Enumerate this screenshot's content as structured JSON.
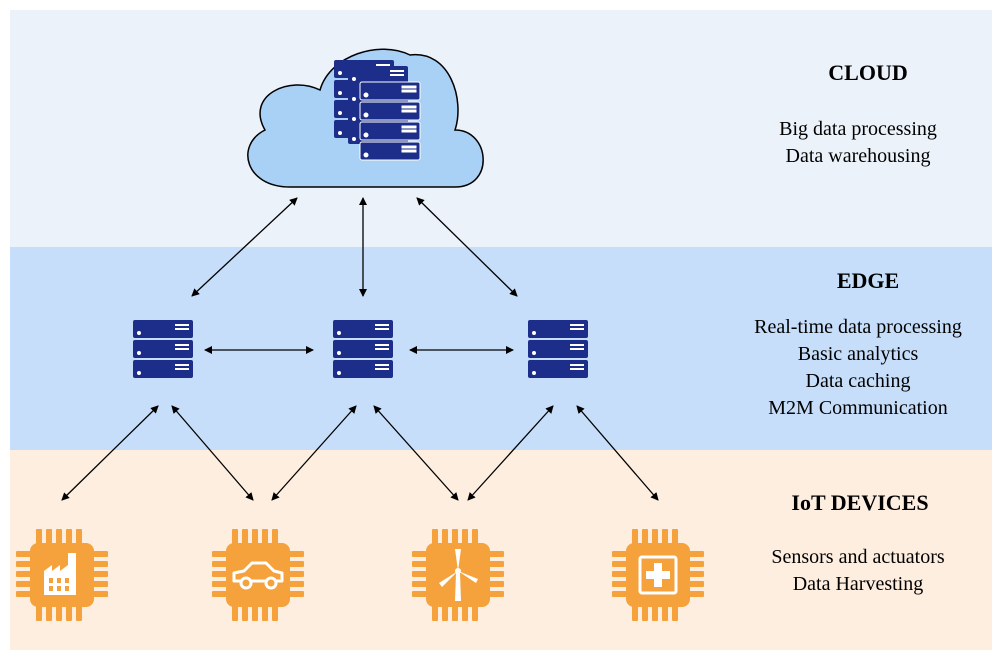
{
  "layers": {
    "cloud": {
      "title": "CLOUD",
      "items": [
        "Big data processing",
        "Data warehousing"
      ]
    },
    "edge": {
      "title": "EDGE",
      "items": [
        "Real-time data processing",
        "Basic analytics",
        "Data caching",
        "M2M Communication"
      ]
    },
    "iot": {
      "title": "IoT DEVICES",
      "items": [
        "Sensors and actuators",
        "Data Harvesting"
      ]
    }
  },
  "icons": {
    "cloud": "cloud-icon",
    "cloud_servers": "server-stack-icon",
    "edge_servers": [
      "server-icon",
      "server-icon",
      "server-icon"
    ],
    "devices": [
      "factory-chip-icon",
      "car-chip-icon",
      "wind-turbine-chip-icon",
      "medical-cross-chip-icon"
    ]
  },
  "colors": {
    "cloud_band": "#ecf2fa",
    "edge_band": "#c6defa",
    "iot_band": "#fdeee0",
    "cloud_fill": "#a9d0f5",
    "server": "#1c2e8a",
    "chip": "#f6a23c"
  }
}
